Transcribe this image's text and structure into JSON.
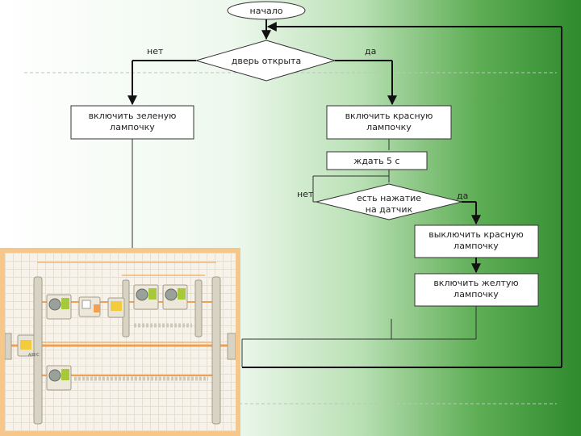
{
  "flowchart": {
    "start": "начало",
    "decision1": "дверь открыта",
    "no1": "нет",
    "yes1": "да",
    "green_on": [
      "включить зеленую",
      "лампочку"
    ],
    "red_on": [
      "включить красную",
      "лампочку"
    ],
    "wait": "ждать 5 с",
    "decision2": [
      "есть нажатие",
      "на датчик"
    ],
    "no2": "нет",
    "yes2": "да",
    "red_off": [
      "выключить красную",
      "лампочку"
    ],
    "yellow_on": [
      "включить желтую",
      "лампочку"
    ]
  },
  "program_panel": {
    "block_tag": "A/B/C"
  },
  "colors": {
    "panel_border": "#f5c78a",
    "beam": "#f0a050",
    "block_green": "#a6c93a"
  }
}
